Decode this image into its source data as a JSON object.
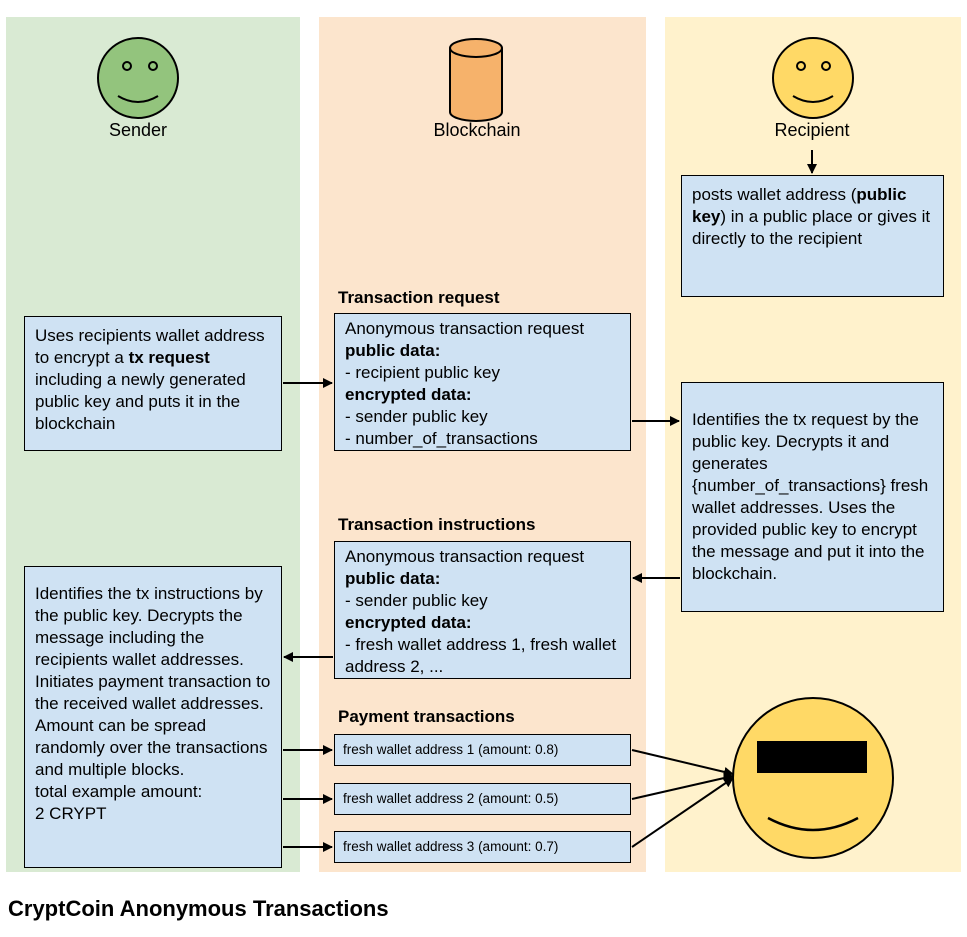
{
  "lanes": {
    "sender": "Sender",
    "blockchain": "Blockchain",
    "recipient": "Recipient"
  },
  "recipient_box": {
    "part1": "posts wallet address (",
    "bold": "public key",
    "part2": ") in a public place or gives it directly to the recipient"
  },
  "sender_request_box": {
    "part1": "Uses recipients wallet address to encrypt a ",
    "bold": "tx request",
    "part2": " including a newly generated public key and puts it in the blockchain"
  },
  "tx_request": {
    "heading": "Transaction request",
    "line1": "Anonymous transaction request",
    "public_label": "public data:",
    "public_item": "- recipient public key",
    "encrypted_label": "encrypted data:",
    "encrypted_item1": "- sender public key",
    "encrypted_item2": "- number_of_transactions"
  },
  "recipient_decrypt_box": "Identifies the tx request by the public key. Decrypts it and generates {number_of_transactions} fresh wallet addresses. Uses the provided public key to encrypt the message and put it into the blockchain.",
  "tx_instructions": {
    "heading": "Transaction instructions",
    "line1": "Anonymous transaction request",
    "public_label": "public data:",
    "public_item": "- sender public key",
    "encrypted_label": "encrypted data:",
    "encrypted_item": "- fresh wallet address 1, fresh wallet address 2, ..."
  },
  "sender_payment_box": {
    "text": "Identifies the tx instructions by the public key. Decrypts the message including the recipients wallet addresses. Initiates payment transaction to the received wallet addresses. Amount can be spread randomly over the transactions and multiple blocks.",
    "total_label": "total example amount:",
    "total_value": "2 CRYPT"
  },
  "payments": {
    "heading": "Payment transactions",
    "items": [
      "fresh wallet address 1 (amount: 0.8)",
      "fresh wallet address 2 (amount: 0.5)",
      "fresh wallet address 3 (amount: 0.7)"
    ]
  },
  "footer_title": "CryptCoin Anonymous Transactions",
  "colors": {
    "sender_lane": "#d9ead3",
    "blockchain_lane": "#fce5cd",
    "recipient_lane": "#fff2cc",
    "box_fill": "#cfe2f3",
    "sender_face": "#93c47d",
    "blockchain_cylinder": "#f6b26b",
    "recipient_face": "#ffd966"
  },
  "icons": {
    "sender": "smiley-face-icon",
    "blockchain": "database-cylinder-icon",
    "recipient": "smiley-face-icon",
    "anonymous_recipient": "censored-face-icon"
  }
}
